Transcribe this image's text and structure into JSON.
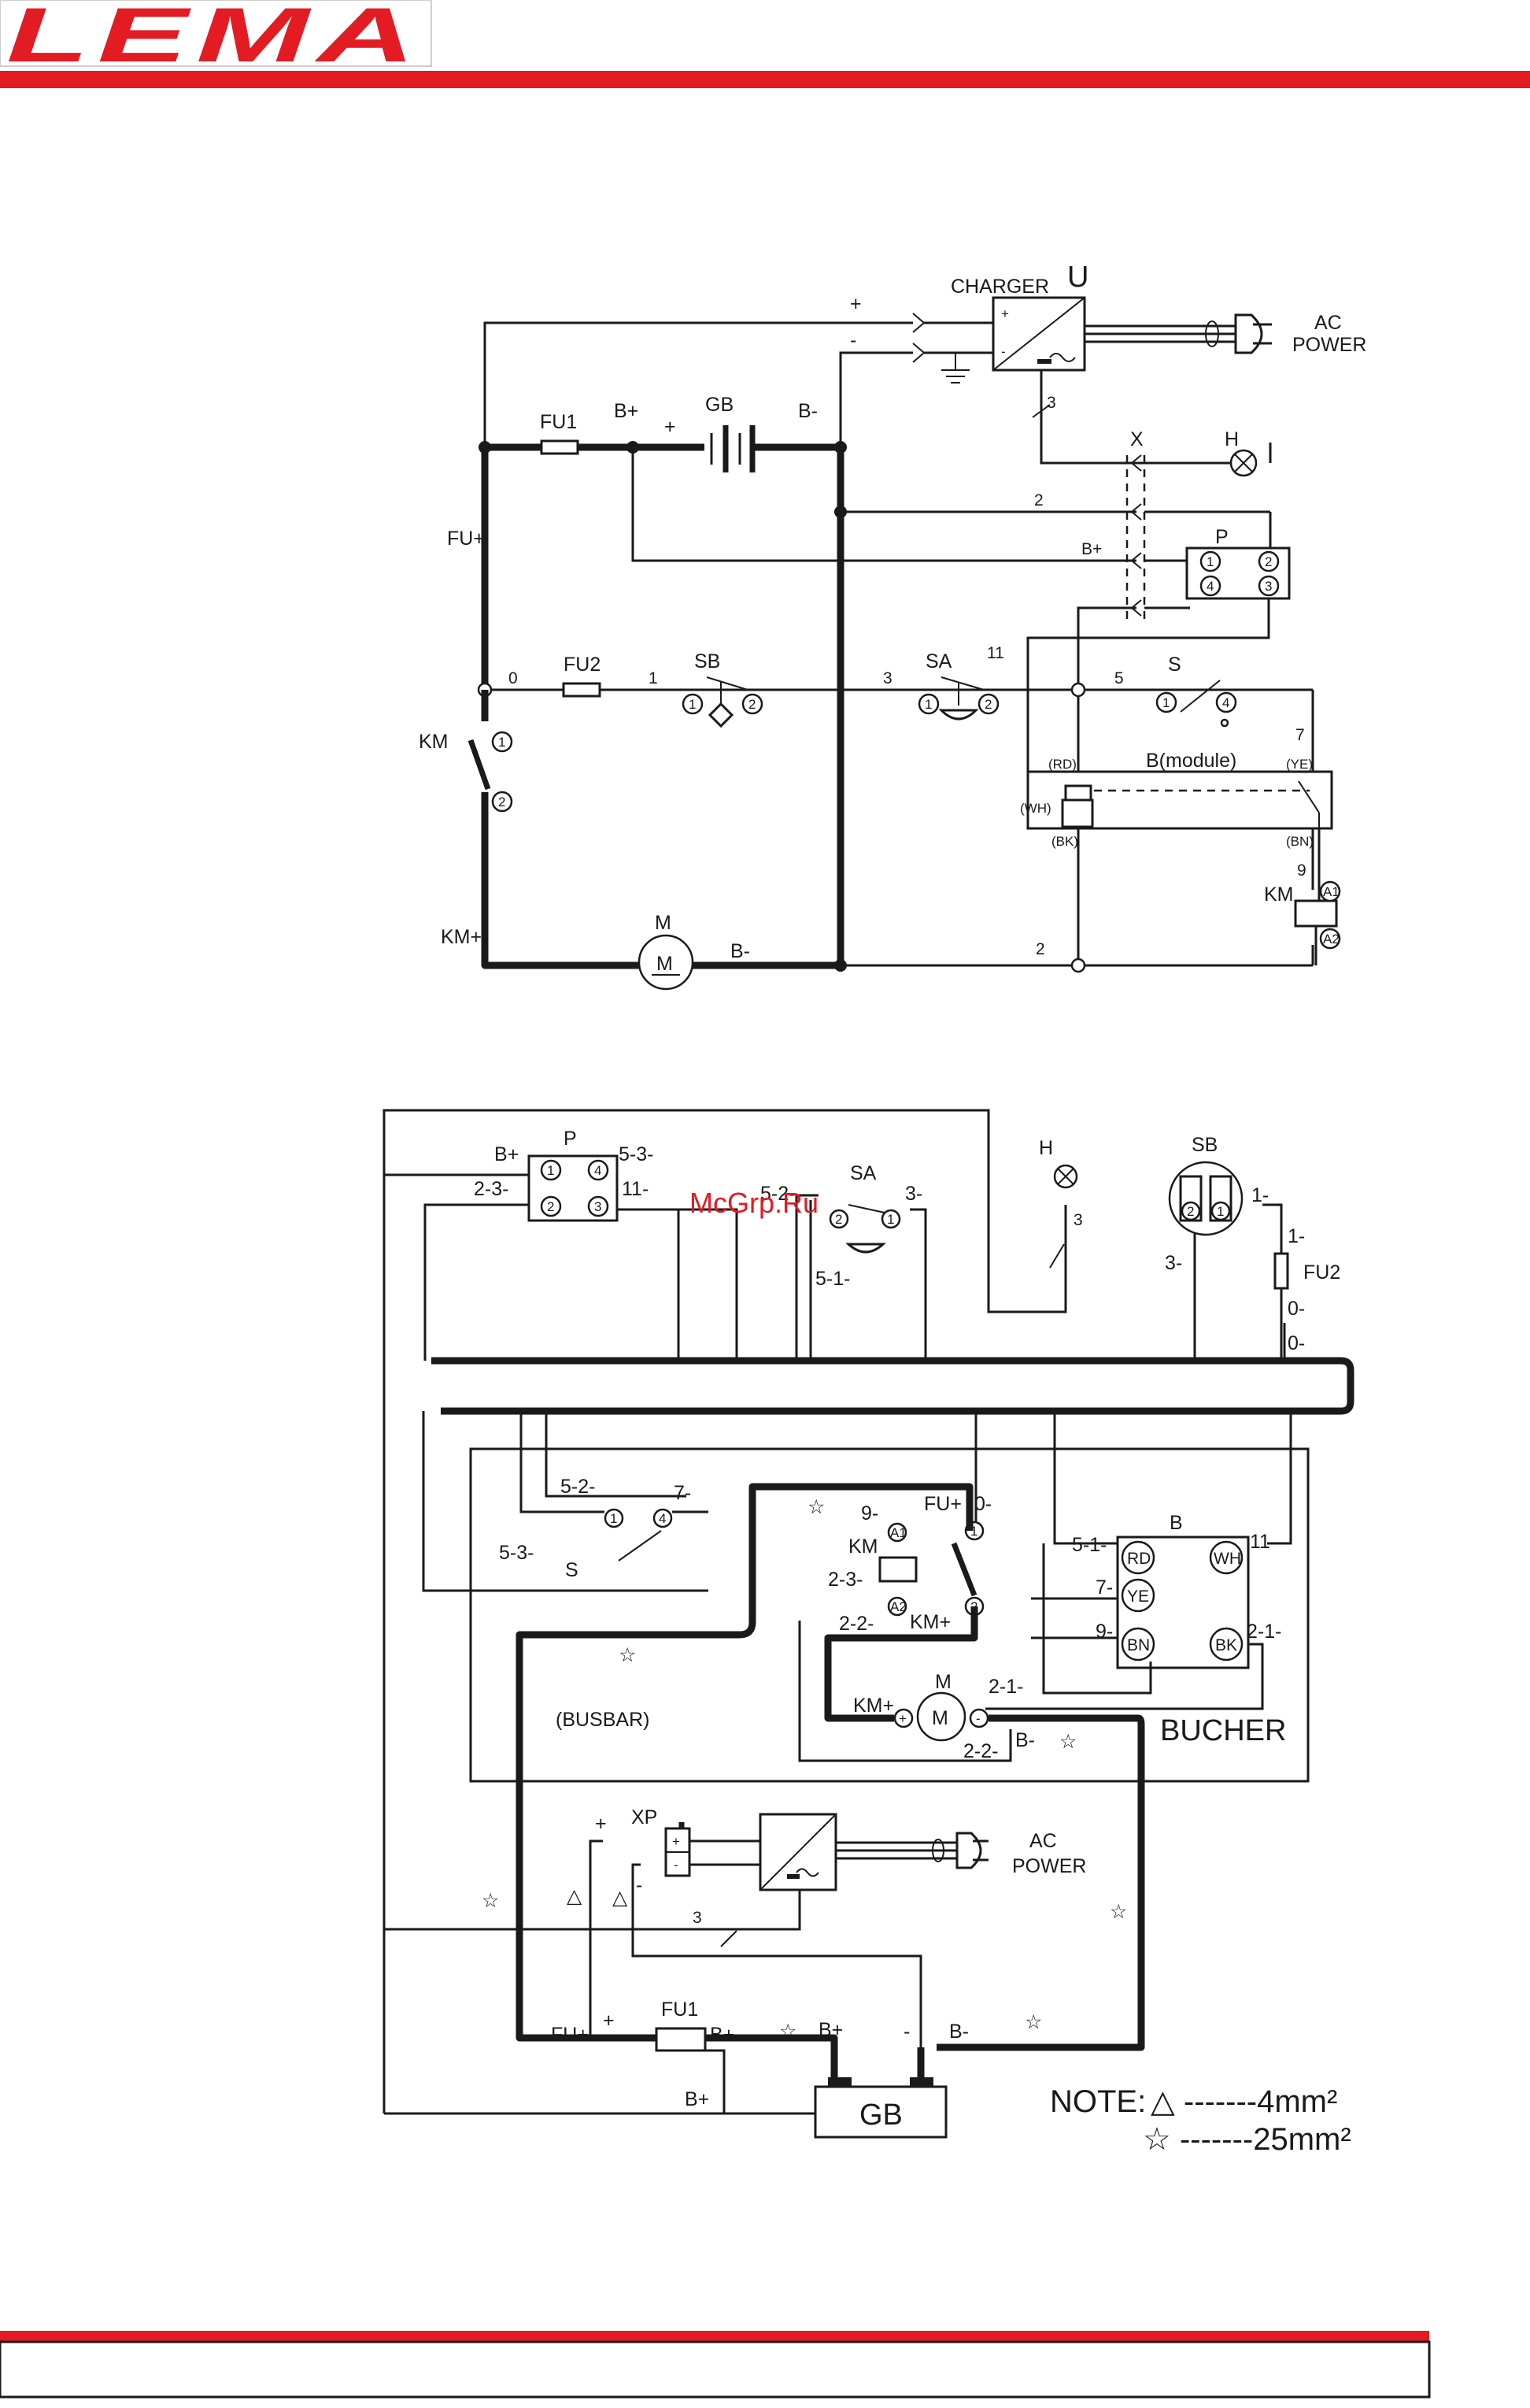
{
  "brand": {
    "logo_text": "LEMA",
    "accent_color": "#e31b23"
  },
  "schematic": {
    "charger": {
      "label": "CHARGER",
      "ref": "U",
      "plus": "+",
      "minus": "-"
    },
    "ac_power": {
      "line1": "AC",
      "line2": "POWER"
    },
    "fu1": "FU1",
    "fu2": "FU2",
    "gb": "GB",
    "gb_plus": "+",
    "b_plus": "B+",
    "b_minus": "B-",
    "fu_plus": "FU+",
    "km": "KM",
    "km_plus": "KM+",
    "motor_ref": "M",
    "motor_symbol": "M",
    "motor_bminus": "B-",
    "lamp": "H",
    "connector": "X",
    "wire_2": "2",
    "wire_3": "3",
    "bplus_conn": "B+",
    "plug": {
      "ref": "P",
      "pins": [
        "1",
        "2",
        "4",
        "3"
      ]
    },
    "wire_0": "0",
    "wire_1": "1",
    "sb": "SB",
    "sb_pins": [
      "1",
      "2"
    ],
    "sa": "SA",
    "sa_pins": [
      "1",
      "2"
    ],
    "wire_11": "11",
    "wire_5": "5",
    "s": "S",
    "s_pins": [
      "1",
      "4"
    ],
    "wire_7": "7",
    "b_module": "B(module)",
    "module_rd": "(RD)",
    "module_ye": "(YE)",
    "module_wh": "(WH)",
    "module_bk": "(BK)",
    "module_bn": "(BN)",
    "wire_9": "9",
    "km_coil": "KM",
    "km_a1": "A1",
    "km_a2": "A2",
    "km_pins": [
      "1",
      "2"
    ],
    "wire_2b": "2"
  },
  "wiring": {
    "p_ref": "P",
    "p_bplus": "B+",
    "p_23": "2-3-",
    "p_53": "5-3-",
    "p_11": "11-",
    "p_pins": [
      "1",
      "4",
      "2",
      "3"
    ],
    "sa_ref": "SA",
    "sa_52": "5-2-",
    "sa_3": "3-",
    "sa_51": "5-1-",
    "sa_pins": [
      "2",
      "1"
    ],
    "watermark": "McGrp.Ru",
    "h_ref": "H",
    "h_wire": "3",
    "sb_ref": "SB",
    "sb_1": "1-",
    "sb_3": "3-",
    "sb_pins": [
      "2",
      "1"
    ],
    "fu2_ref": "FU2",
    "fu2_1": "1-",
    "fu2_0a": "0-",
    "fu2_0b": "0-",
    "s_ref": "S",
    "s_52": "5-2-",
    "s_7": "7-",
    "s_53": "5-3-",
    "s_pins": [
      "1",
      "4"
    ],
    "km_ref": "KM",
    "km_9": "9-",
    "km_fuplus": "FU+",
    "km_0": "0-",
    "km_23": "2-3-",
    "km_22": "2-2-",
    "km_kmplus": "KM+",
    "km_a1": "A1",
    "km_a2": "A2",
    "km_pins": [
      "1",
      "2"
    ],
    "b_ref": "B",
    "b_51": "5-1-",
    "b_11": "11-",
    "b_7": "7-",
    "b_9": "9-",
    "b_21": "2-1-",
    "b_pins": [
      "RD",
      "WH",
      "YE",
      "BN",
      "BK"
    ],
    "m_ref": "M",
    "m_symbol": "M",
    "m_kmplus": "KM+",
    "m_21": "2-1-",
    "m_22": "2-2-",
    "m_bminus": "B-",
    "m_plus": "+",
    "m_minus": "-",
    "busbar": "(BUSBAR)",
    "bucher": "BUCHER",
    "xp_ref": "XP",
    "xp_plus": "+",
    "xp_minus": "-",
    "xp_box_plus": "+",
    "xp_box_minus": "-",
    "ac1": "AC",
    "ac2": "POWER",
    "wire_3": "3",
    "fu1_ref": "FU1",
    "fu_plus": "FU+",
    "fu_plus_sign": "+",
    "fu_bplus": "B+",
    "bplus2": "B+",
    "bplus3": "B+",
    "minus_sign": "-",
    "bminus": "B-",
    "gb": "GB",
    "star": "☆",
    "triangle": "△"
  },
  "note": {
    "label": "NOTE:",
    "triangle_line": "△ -------4mm²",
    "star_line": "☆ -------25mm²"
  }
}
